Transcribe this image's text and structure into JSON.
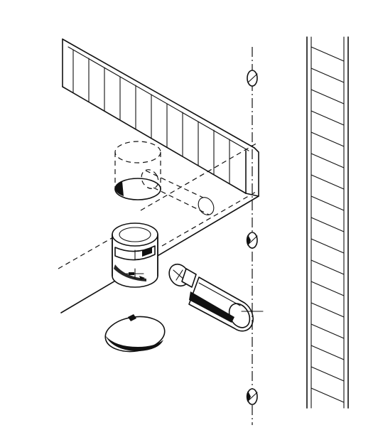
{
  "figure": {
    "subject": "cam-lock-connector-assembly",
    "colors": {
      "ink": "#111111",
      "paper": "#ffffff"
    },
    "parts": [
      {
        "name": "shelf-panel-edge",
        "icon": "hatched-panel"
      },
      {
        "name": "bore-hole",
        "icon": "dashed-cylinder"
      },
      {
        "name": "cam-lock-housing",
        "icon": "cam-connector"
      },
      {
        "name": "connecting-bolt",
        "icon": "bolt"
      },
      {
        "name": "cover-cap",
        "icon": "dome-cap"
      },
      {
        "name": "side-panel-section",
        "icon": "section-hatch"
      },
      {
        "name": "center-axis",
        "icon": "dash-dot-line"
      }
    ]
  }
}
